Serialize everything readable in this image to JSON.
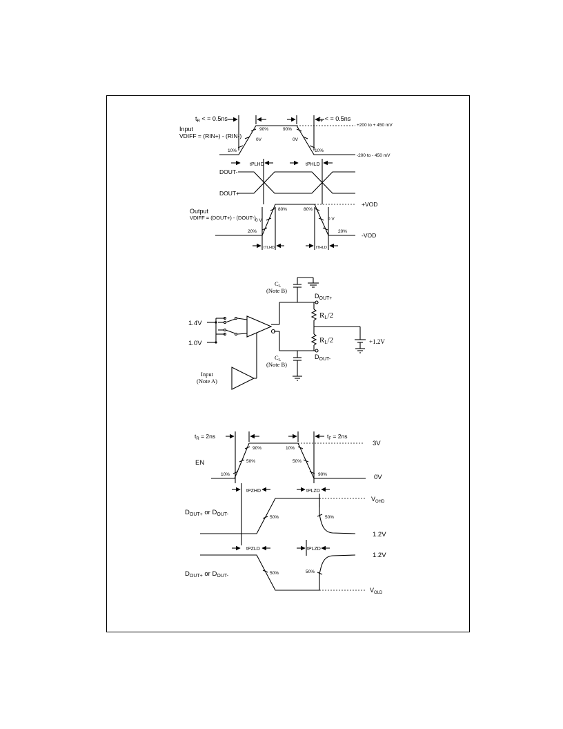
{
  "timing1": {
    "tr": "t​R < = 0.5ns",
    "tr_main": "t",
    "tr_sub": "R",
    "tr_rest": " < = 0.5ns",
    "tf_main": "t",
    "tf_sub": "F",
    "tf_rest": " < = 0.5ns",
    "input_label": "Input",
    "vdiff_in": "VDIFF = (RIN+) - (RIN-)",
    "pct_90a": "90%",
    "pct_90b": "90%",
    "pct_10a": "10%",
    "pct_10b": "10%",
    "zero_a": "0V",
    "zero_b": "0V",
    "hi_level": "+200 to + 450 mV",
    "lo_level": "-200 to - 450 mV",
    "tplhd": "tPLHD",
    "tphld": "tPHLD",
    "dout_minus": "DOUT-",
    "dout_plus": "DOUT+",
    "output_label": "Output",
    "vdiff_out": "VDIFF = (DOUT+) - (DOUT-)",
    "pct_80a": "80%",
    "pct_80b": "80%",
    "pct_20a": "20%",
    "pct_20b": "20%",
    "zero_c": "0 V",
    "zero_d": "0 V",
    "vod_pos": "+VOD",
    "vod_neg": "-VOD",
    "ttlh": "tTLHD",
    "tthl": "tTHLD"
  },
  "circuit": {
    "cl_top": "CL",
    "note_b_top": "(Note B)",
    "dout_plus": "DOUT+",
    "r1": "RL/2",
    "r2": "RL/2",
    "v14": "1.4V",
    "v10": "1.0V",
    "supply": "+1.2V",
    "cl_bot": "CL",
    "note_b_bot": "(Note B)",
    "dout_minus": "DOUT-",
    "input": "Input",
    "note_a": "(Note A)"
  },
  "timing2": {
    "tr": "tR = 2ns",
    "tf": "tF = 2ns",
    "v3": "3V",
    "v0": "0V",
    "en": "EN",
    "pct_90a": "90%",
    "pct_10a": "10%",
    "pct_50a": "50%",
    "pct_50b": "50%",
    "pct_10b": "10%",
    "pct_90b": "90%",
    "tpzhd": "tPZHD",
    "tplzd_top": "tPLZD",
    "vohd": "VOHD",
    "dout1": "DOUT+ or DOUT-",
    "pct_50c": "50%",
    "pct_50d": "50%",
    "v12a": "1.2V",
    "tpzld": "tPZLD",
    "tplzd": "tPLZD",
    "v12b": "1.2V",
    "dout2": "DOUT+ or DOUT-",
    "pct_50e": "50%",
    "pct_50f": "50%",
    "vold": "VOLD"
  }
}
